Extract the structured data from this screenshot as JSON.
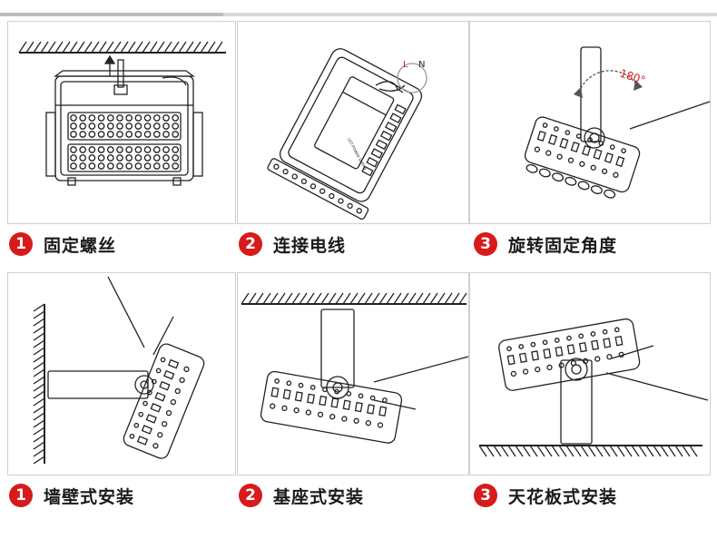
{
  "steps_top": [
    {
      "number": "1",
      "label": "固定螺丝"
    },
    {
      "number": "2",
      "label": "连接电线"
    },
    {
      "number": "3",
      "label": "旋转固定角度"
    }
  ],
  "steps_bottom": [
    {
      "number": "1",
      "label": "墙壁式安装"
    },
    {
      "number": "2",
      "label": "基座式安装"
    },
    {
      "number": "3",
      "label": "天花板式安装"
    }
  ],
  "wire_labels": {
    "live": "L",
    "neutral": "N"
  },
  "rotation_label": "180°",
  "driver_label": "LED POWER SUPPLY",
  "colors": {
    "accent": "#d71a1a",
    "line": "#222222",
    "panel_border": "#cfcfcf"
  }
}
